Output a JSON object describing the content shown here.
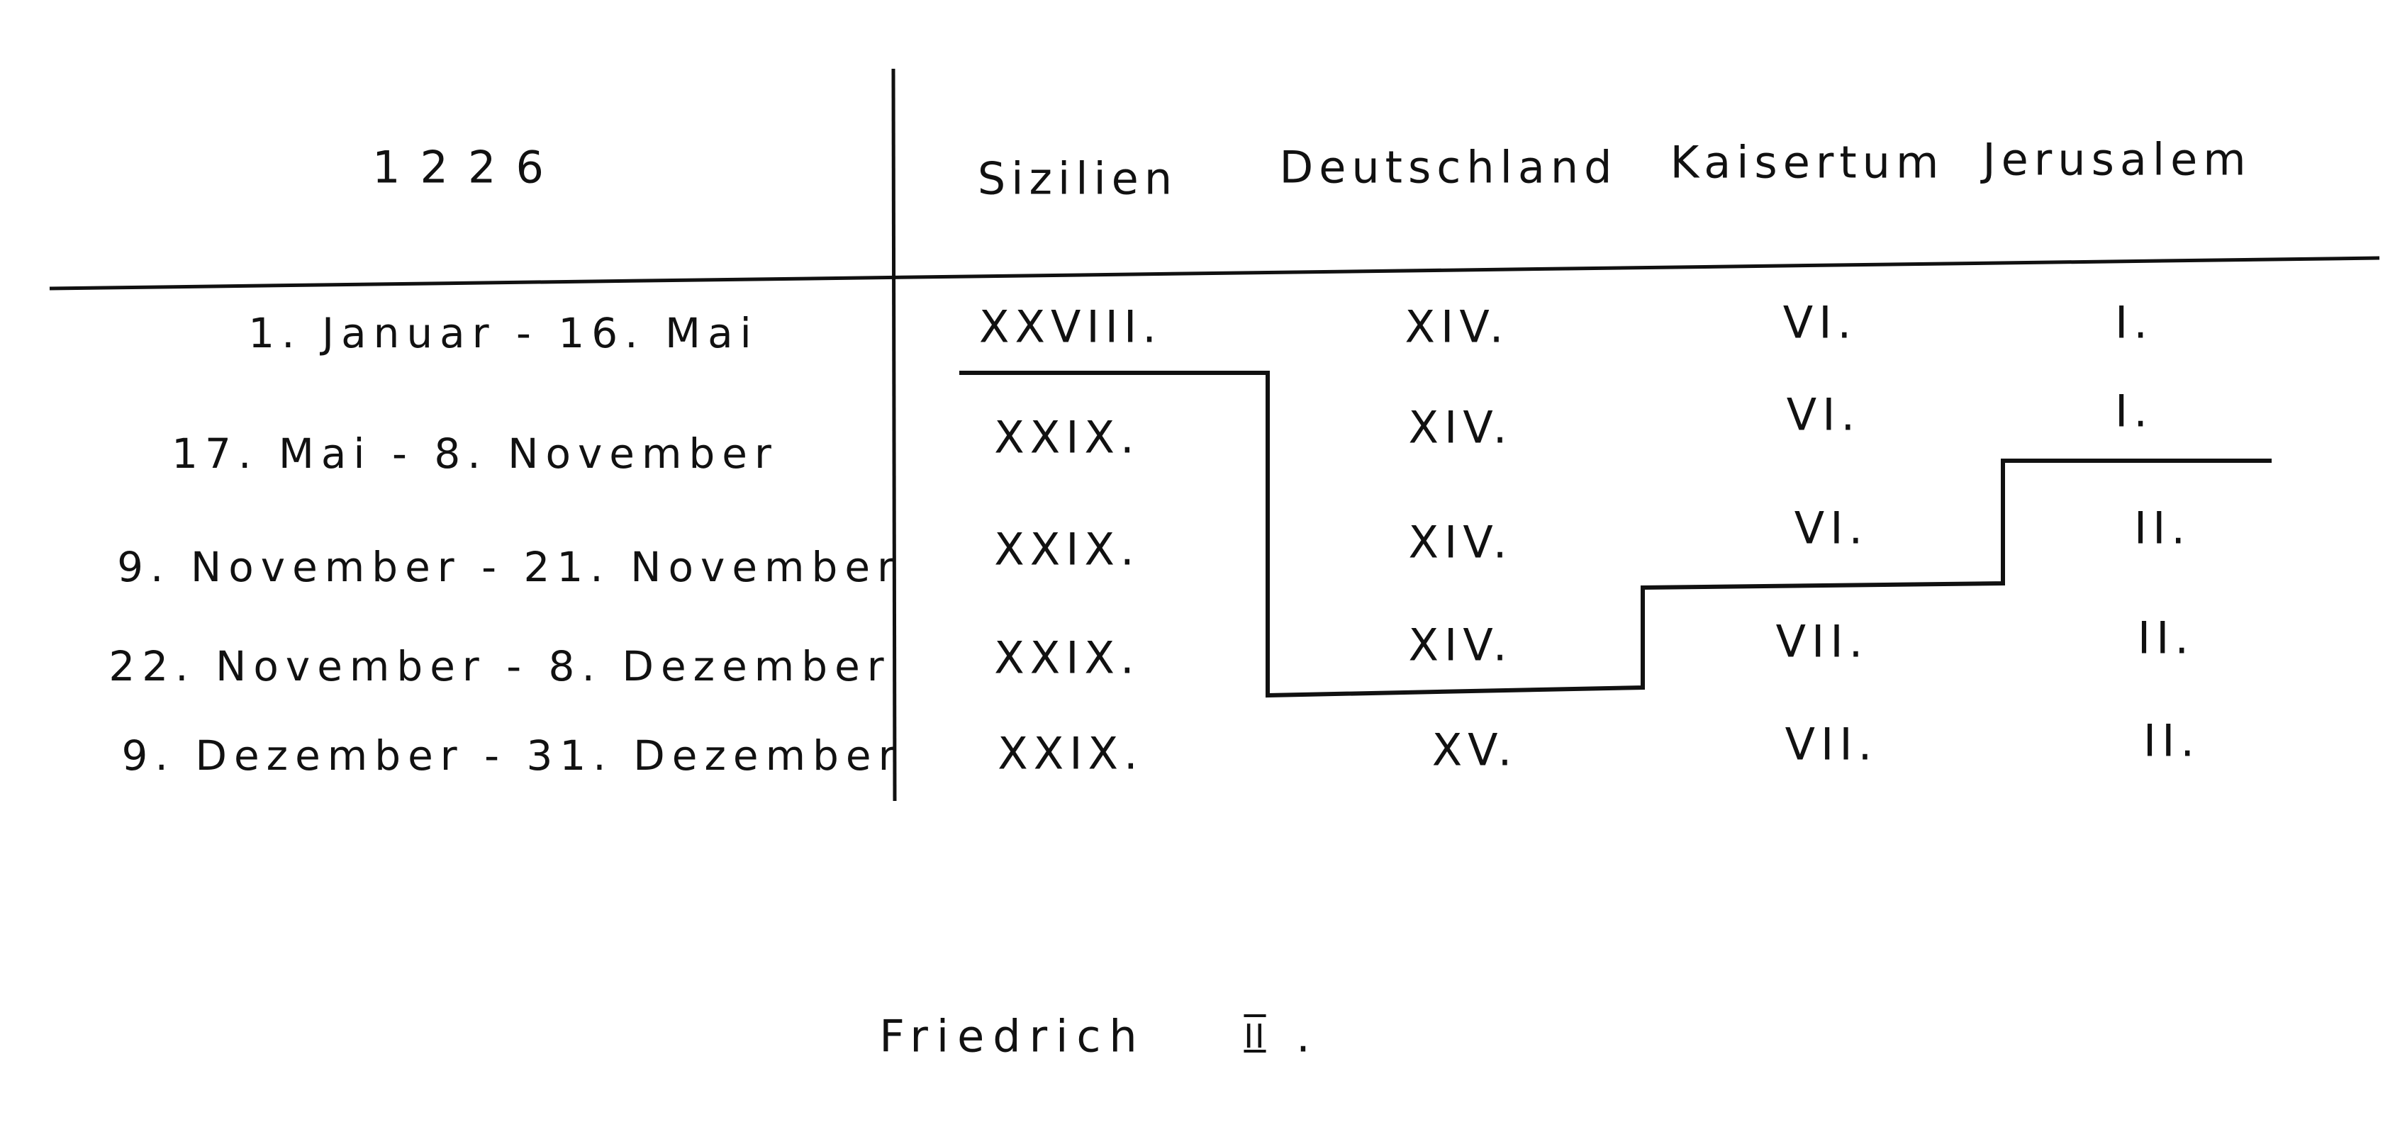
{
  "year": "1226",
  "columns": [
    "Sizilien",
    "Deutschland",
    "Kaisertum",
    "Jerusalem"
  ],
  "rows": [
    {
      "period": "1. Januar - 16. Mai",
      "values": [
        "XXVIII.",
        "XIV.",
        "VI.",
        "I."
      ]
    },
    {
      "period": "17. Mai - 8. November",
      "values": [
        "XXIX.",
        "XIV.",
        "VI.",
        "I."
      ]
    },
    {
      "period": "9. November - 21. November",
      "values": [
        "XXIX.",
        "XIV.",
        "VI.",
        "II."
      ]
    },
    {
      "period": "22. November - 8. Dezember",
      "values": [
        "XXIX.",
        "XIV.",
        "VII.",
        "II."
      ]
    },
    {
      "period": "9. Dezember - 31. Dezember",
      "values": [
        "XXIX.",
        "XV.",
        "VII.",
        "II."
      ]
    }
  ],
  "signature": {
    "name": "Friedrich",
    "numeral": "II",
    "suffix": "."
  }
}
